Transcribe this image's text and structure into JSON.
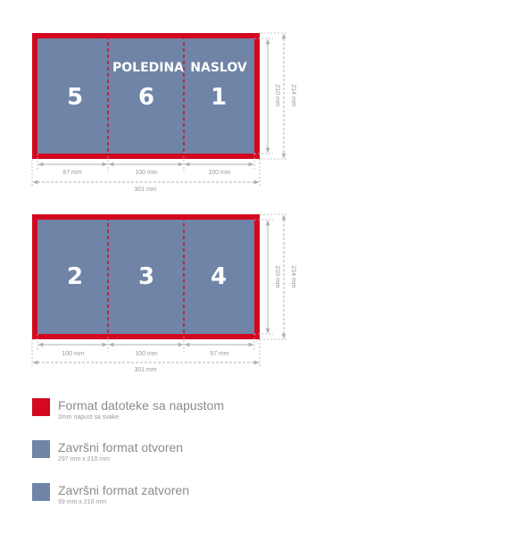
{
  "colors": {
    "bleed": "#d3091f",
    "page": "#6f84a6",
    "fold": "#d3091f",
    "dim": "#b0b0b0"
  },
  "top_spread": {
    "pages": [
      {
        "number": "5",
        "label": ""
      },
      {
        "number": "6",
        "label": "POLEDINA"
      },
      {
        "number": "1",
        "label": "NASLOV"
      }
    ],
    "widths": [
      "97 mm",
      "100 mm",
      "100 mm"
    ],
    "total_width": "301 mm",
    "height_inner": "210 mm",
    "height_outer": "214 mm"
  },
  "bottom_spread": {
    "pages": [
      {
        "number": "2",
        "label": ""
      },
      {
        "number": "3",
        "label": ""
      },
      {
        "number": "4",
        "label": ""
      }
    ],
    "widths": [
      "100 mm",
      "100 mm",
      "97 mm"
    ],
    "total_width": "301 mm",
    "height_inner": "210 mm",
    "height_outer": "214 mm"
  },
  "legend": [
    {
      "title": "Format datoteke sa napustom",
      "subtitle": "2mm napust sa svake",
      "color": "#d3091f"
    },
    {
      "title": "Završni format otvoren",
      "subtitle": "297 mm x 210 mm",
      "color": "#6f84a6"
    },
    {
      "title": "Završni format zatvoren",
      "subtitle": "99 mm x 210 mm",
      "color": "#6f84a6"
    }
  ]
}
